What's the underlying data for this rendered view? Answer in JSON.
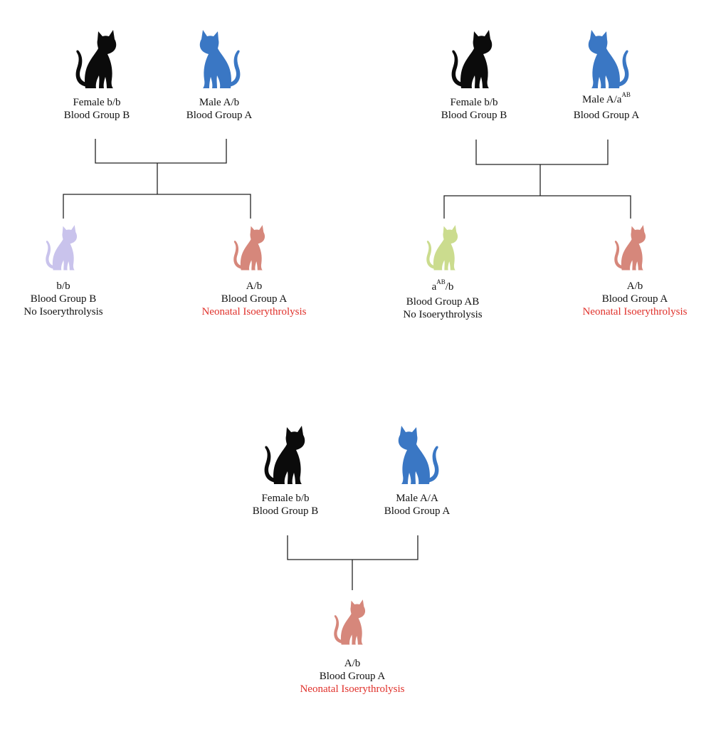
{
  "colors": {
    "female": "#0b0b0b",
    "male": "#3a77c4",
    "kitten_b": "#c9c3ec",
    "kitten_a": "#d6877b",
    "kitten_ab": "#cbdc8e",
    "isoerythrolysis_text": "#e0312b",
    "connector": "#222222"
  },
  "icons": {
    "female": "cat-sitting-icon",
    "male": "cat-sitting-icon",
    "kitten": "kitten-sitting-icon"
  },
  "cross1": {
    "mother": {
      "line1": "Female b/b",
      "line2": "Blood Group B"
    },
    "father": {
      "line1": "Male A/b",
      "line2": "Blood Group A"
    },
    "kitten_left": {
      "line1": "b/b",
      "line2": "Blood Group B",
      "line3": "No Isoerythrolysis"
    },
    "kitten_right": {
      "line1": "A/b",
      "line2": "Blood Group A",
      "line3": "Neonatal Isoerythrolysis"
    }
  },
  "cross2": {
    "mother": {
      "line1": "Female b/b",
      "line2": "Blood Group B"
    },
    "father": {
      "prefix": "Male A/a",
      "sup": "AB",
      "line2": "Blood Group A"
    },
    "kitten_left": {
      "prefix": "a",
      "sup": "AB",
      "suffix": "/b",
      "line2": "Blood Group AB",
      "line3": "No Isoerythrolysis"
    },
    "kitten_right": {
      "line1": "A/b",
      "line2": "Blood Group A",
      "line3": "Neonatal Isoerythrolysis"
    }
  },
  "cross3": {
    "mother": {
      "line1": "Female b/b",
      "line2": "Blood Group B"
    },
    "father": {
      "line1": "Male A/A",
      "line2": "Blood Group A"
    },
    "kitten": {
      "line1": "A/b",
      "line2": "Blood Group A",
      "line3": "Neonatal Isoerythrolysis"
    }
  }
}
